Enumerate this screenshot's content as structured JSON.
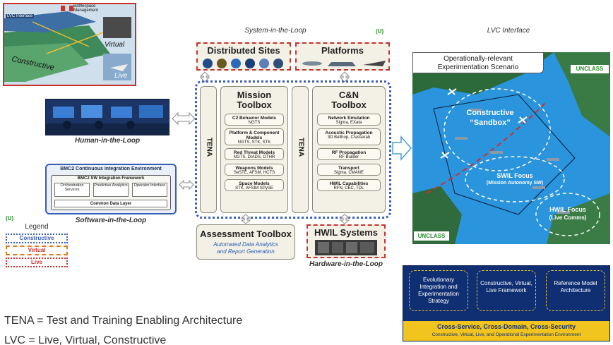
{
  "header_strip": {
    "text": ""
  },
  "lvc_image": {
    "labels": {
      "lvc_interface": "LVC Interface",
      "battlespace": "Battlespace Management",
      "virtual": "Virtual",
      "constructive": "Constructive",
      "live": "Live"
    }
  },
  "human_loop": {
    "caption": "Human-in-the-Loop"
  },
  "bmc2": {
    "title": "BMC2 Continuous Integration Environment",
    "framework": "BMC2 SW Integration Framework",
    "items": [
      "Orchestration Services",
      "Predictive Analytics",
      "Operator Interface"
    ],
    "data_layer": "Common Data Layer",
    "caption": "Software-in-the-Loop"
  },
  "legend": {
    "marking": "(U)",
    "title": "Legend",
    "items": [
      {
        "label": "Constructive",
        "color": "#3a5db5"
      },
      {
        "label": "Virtual",
        "color": "#e07a20"
      },
      {
        "label": "Live",
        "color": "#c8322d"
      }
    ]
  },
  "system_loop": {
    "caption": "System-in-the-Loop",
    "marking": "(U)"
  },
  "distributed_sites": {
    "title": "Distributed Sites"
  },
  "platforms": {
    "title": "Platforms"
  },
  "tena_label": "TENA",
  "mission_toolbox": {
    "title_line1": "Mission",
    "title_line2": "Toolbox",
    "models": [
      {
        "name": "C2 Behavior Models",
        "detail": "NGTS"
      },
      {
        "name": "Platform & Component Models",
        "detail": "NGTS, STK, STK"
      },
      {
        "name": "Red Threat Models",
        "detail": "NGTS, DIADS, OTHR"
      },
      {
        "name": "Weapons Models",
        "detail": "SeSTE, AFSM, HCTS"
      },
      {
        "name": "Space Models",
        "detail": "STK, AFSIM SPySE"
      }
    ]
  },
  "cn_toolbox": {
    "title_line1": "C&N",
    "title_line2": "Toolbox",
    "models": [
      {
        "name": "Network Emulation",
        "detail": "Sigma, EXata"
      },
      {
        "name": "Acoustic Propagation",
        "detail": "3D Bellhop, Crasserab"
      },
      {
        "name": "RF Propagation",
        "detail": "RF Builder"
      },
      {
        "name": "Transport",
        "detail": "Sigma, CMANE"
      },
      {
        "name": "HWIL Capabilities",
        "detail": "RFN, CEC, TDL"
      }
    ]
  },
  "assessment": {
    "title": "Assessment Toolbox",
    "line1": "Automated Data Analytics",
    "line2": "and Report Generation"
  },
  "hwil": {
    "title": "HWIL Systems",
    "caption": "Hardware-in-the-Loop"
  },
  "lvc_interface": {
    "title": "LVC Interface",
    "scenario_line1": "Operationally-relevant",
    "scenario_line2": "Experimentation Scenario",
    "unclass_top": "UNCLASS",
    "unclass_bottom": "UNCLASS",
    "sandbox_line1": "Constructive",
    "sandbox_line2": "“Sandbox”",
    "swil_line1": "SWIL Focus",
    "swil_line2": "(Mission Autonomy SW)",
    "hwil_line1": "HWIL Focus",
    "hwil_line2": "(Live Comms)"
  },
  "strategy_box": {
    "items": [
      "Evolutionary Integration and Experimentation Strategy",
      "Constructive, Virtual, Live Framework",
      "Reference Model Architecture"
    ],
    "footer_title": "Cross-Service, Cross-Domain, Cross-Security",
    "footer_sub": "Constructive, Virtual, Live, and Operational Experimentation Environment"
  },
  "definitions": {
    "tena": "TENA = Test and Training Enabling Architecture",
    "lvc": "LVC = Live, Virtual, Constructive"
  }
}
